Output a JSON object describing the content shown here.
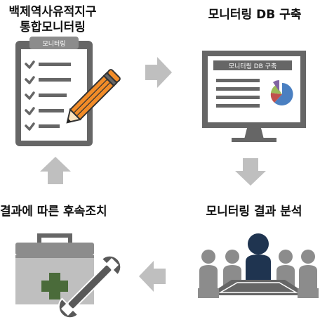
{
  "steps": {
    "step1": {
      "line1": "백제역사유적지구",
      "line2": "통합모니터링",
      "clipboard_label": "모니터링"
    },
    "step2": {
      "title": "모니터링 DB 구축",
      "screen_title": "모니터링 DB 구축"
    },
    "step3": {
      "title": "모니터링 결과 분석"
    },
    "step4": {
      "title": "결과에 따른 후속조치"
    }
  },
  "colors": {
    "gray_dark": "#666666",
    "gray_mid": "#8c8c8c",
    "gray_light": "#bfbfbf",
    "pencil_orange": "#f28c28",
    "person_navy": "#1f3450",
    "cross_green": "#4a6b3a",
    "pie_blue": "#4a7fc1",
    "pie_red": "#c0504d",
    "pie_green": "#9bbb59",
    "pie_purple": "#8064a2"
  }
}
